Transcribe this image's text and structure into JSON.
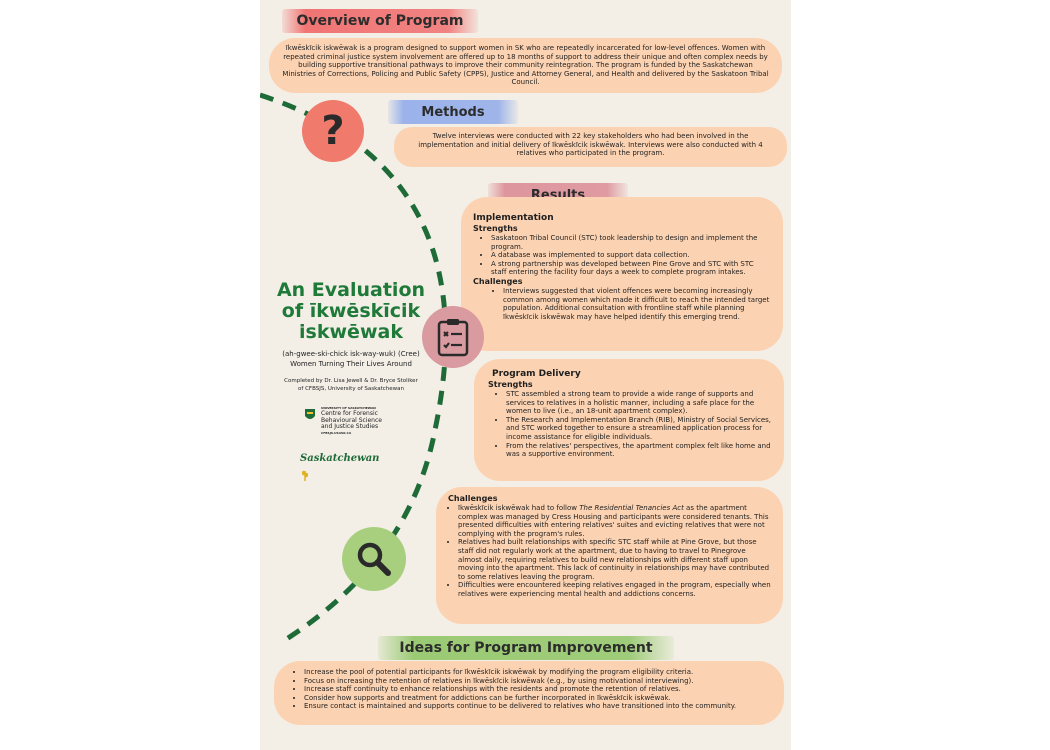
{
  "overview": {
    "heading": "Overview of Program",
    "text": "īkwēskīcik iskwēwak is a program designed to support women in SK who are repeatedly incarcerated for low-level offences. Women with repeated criminal justice system involvement are offered up to 18 months of support to address their unique and often complex needs by building supportive transitional pathways to improve their community reintegration. The program is funded by the Saskatchewan Ministries of Corrections, Policing and Public Safety (CPPS), Justice and Attorney General, and Health and delivered by the Saskatoon Tribal Council."
  },
  "methods": {
    "heading": "Methods",
    "text": "Twelve interviews were conducted with 22 key stakeholders who had been involved in the implementation and initial delivery of īkwēskīcik iskwēwak. Interviews were also conducted with 4 relatives who participated in the program."
  },
  "results": {
    "heading": "Results",
    "implementation": {
      "heading": "Implementation",
      "strengths_label": "Strengths",
      "strengths": [
        "Saskatoon Tribal Council (STC) took leadership to design and implement the program.",
        "A database was implemented to support data collection.",
        "A strong partnership was developed between Pine Grove and STC with STC staff entering the facility four days a week to complete program intakes."
      ],
      "challenges_label": "Challenges",
      "challenges": [
        "Interviews suggested that violent offences were becoming increasingly common among women which made it difficult to reach the intended target population. Additional consultation with frontline staff while planning īkwēskīcik iskwēwak may have helped identify this emerging trend."
      ]
    },
    "delivery": {
      "heading": "Program Delivery",
      "strengths_label": "Strengths",
      "strengths": [
        "STC assembled a strong team to provide a wide range of supports and services to relatives in a holistic manner, including a safe place for the women to live (i.e., an 18-unit apartment complex).",
        "The Research and Implementation Branch (RIB), Ministry of Social Services, and STC worked together to ensure a streamlined application process for income assistance for eligible individuals.",
        "From the relatives' perspectives, the apartment complex felt like home and was a supportive environment."
      ]
    },
    "challenges": {
      "heading": "Challenges",
      "item1_pre": "īkwēskīcik iskwēwak had to follow ",
      "item1_em": "The Residential Tenancies Act",
      "item1_post": " as the apartment complex was managed by Cress Housing and participants were considered tenants. This presented difficulties with entering relatives' suites and evicting relatives that were not complying with the program's rules.",
      "item2": "Relatives had built relationships with specific STC staff while at Pine Grove, but those staff did not regularly work at the apartment, due to having to travel to Pinegrove almost daily, requiring relatives to build new relationships with different staff upon moving into the apartment. This lack of continuity in relationships may have contributed to some relatives leaving the program.",
      "item3": "Difficulties were encountered keeping relatives engaged in the program, especially when relatives were experiencing mental health and addictions concerns."
    }
  },
  "title": {
    "line1": "An Evaluation",
    "line2": "of īkwēskīcik",
    "line3": "iskwēwak",
    "pronunciation": "(ah-gwee-ski-chick isk-way-wuk) (Cree)",
    "translation": "Women Turning Their Lives Around",
    "authors_line1": "Completed by Dr. Lisa Jewell & Dr. Bryce Stoliker",
    "authors_line2": "of CFBSJS, University of Saskatchewan"
  },
  "logos": {
    "university_small": "UNIVERSITY OF SASKATCHEWAN",
    "centre_line1": "Centre for Forensic",
    "centre_line2": "Behavioural Science",
    "centre_line3": "and Justice Studies",
    "centre_small": "CFBSJS.USASK.CA",
    "province": "Saskatchewan"
  },
  "ideas": {
    "heading": "Ideas for Program Improvement",
    "items": [
      "Increase the pool of potential participants for īkwēskīcik iskwēwak by modifying the program eligibility criteria.",
      "Focus on increasing the retention of relatives in īkwēskīcik iskwēwak (e.g., by using motivational interviewing).",
      "Increase staff continuity to enhance relationships with the residents and promote the retention of relatives.",
      "Consider how supports and treatment for addictions can be further incorporated in īkwēskīcik iskwēwak.",
      "Ensure contact is maintained and supports continue to be delivered to relatives who have transitioned into the community."
    ]
  },
  "icons": {
    "question": "question-mark-icon",
    "checklist": "clipboard-checklist-icon",
    "search": "magnifying-glass-icon"
  },
  "colors": {
    "pill": "#fcd3b2",
    "title_green": "#1f7a3a",
    "dash_green": "#1e6b38",
    "question_circle": "#f07a6c",
    "checklist_circle": "#d99aa0",
    "search_circle": "#a7cf7e"
  }
}
